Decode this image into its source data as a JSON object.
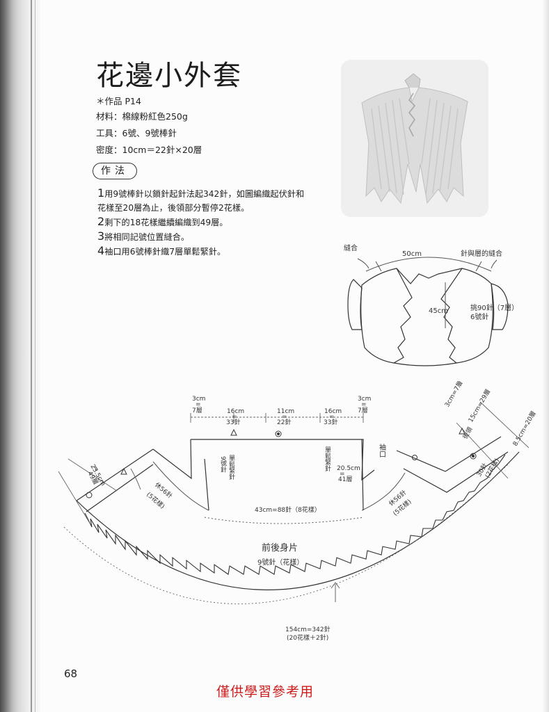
{
  "title": "花邊小外套",
  "meta": {
    "work": "＊作品 P14",
    "material": "材料：棉線粉紅色250g",
    "tools": "工具：6號、9號棒針",
    "gauge": "密度：10cm＝22針×20層"
  },
  "section_label": "作法",
  "steps": [
    {
      "num": "1",
      "text": "用9號棒針以鎖針起針法起342針，如圖編織起伏針和花樣至20層為止，後領部分暫停2花樣。"
    },
    {
      "num": "2",
      "text": "剩下的18花樣繼續編織到49層。"
    },
    {
      "num": "3",
      "text": "將相同記號位置縫合。"
    },
    {
      "num": "4",
      "text": "袖口用6號棒針織7層單鬆緊針。"
    }
  ],
  "small_diagram": {
    "seam_left": "縫合",
    "width": "50cm",
    "needle_row_seam": "針與層的縫合",
    "height": "45cm",
    "cuff_line1": "挑90針（7層）",
    "cuff_line2": "6號針"
  },
  "main_diagram": {
    "shoulder_left_cm": "3cm",
    "shoulder_left_eq": "=",
    "shoulder_left_rows": "7層",
    "left_width_cm": "16cm",
    "left_width_eq": "=",
    "left_width_st": "33針",
    "back_neck_cm": "11cm",
    "back_neck_eq": "=",
    "back_neck_st": "22針",
    "right_width_cm": "16cm",
    "right_width_eq": "=",
    "right_width_st": "33針",
    "shoulder_right_cm": "3cm",
    "shoulder_right_eq": "=",
    "shoulder_right_rows": "7層",
    "rib_label": "單鬆緊針",
    "needle9": "9號針",
    "rib_right": "單鬆緊針",
    "rows_right_cm": "20.5cm",
    "rows_right_eq": "=",
    "rows_right_rows": "41層",
    "sleeve": "袖口",
    "left_side_cm": "23.5cm",
    "left_side_eq": "=",
    "left_side_rows": "49層",
    "rest_left_1": "休56針",
    "rest_left_2": "(5花樣)",
    "hem_mid": "43cm=88針（8花樣）",
    "rest_right_1": "休56針",
    "rest_right_2": "(5花樣)",
    "back_neck_label": "後領",
    "rt_3cm": "3cm=7層",
    "rt_15cm": "15cm=29層",
    "rt_8cm": "8.5cm=20層",
    "rt_30": "30針",
    "rt_2": "(2花樣)",
    "body_title": "前後身片",
    "body_sub": "9號針（花樣）",
    "hem_total_1": "154cm=342針",
    "hem_total_2": "(20花樣＋2針)"
  },
  "page_number": "68",
  "watermark": "僅供學習參考用"
}
